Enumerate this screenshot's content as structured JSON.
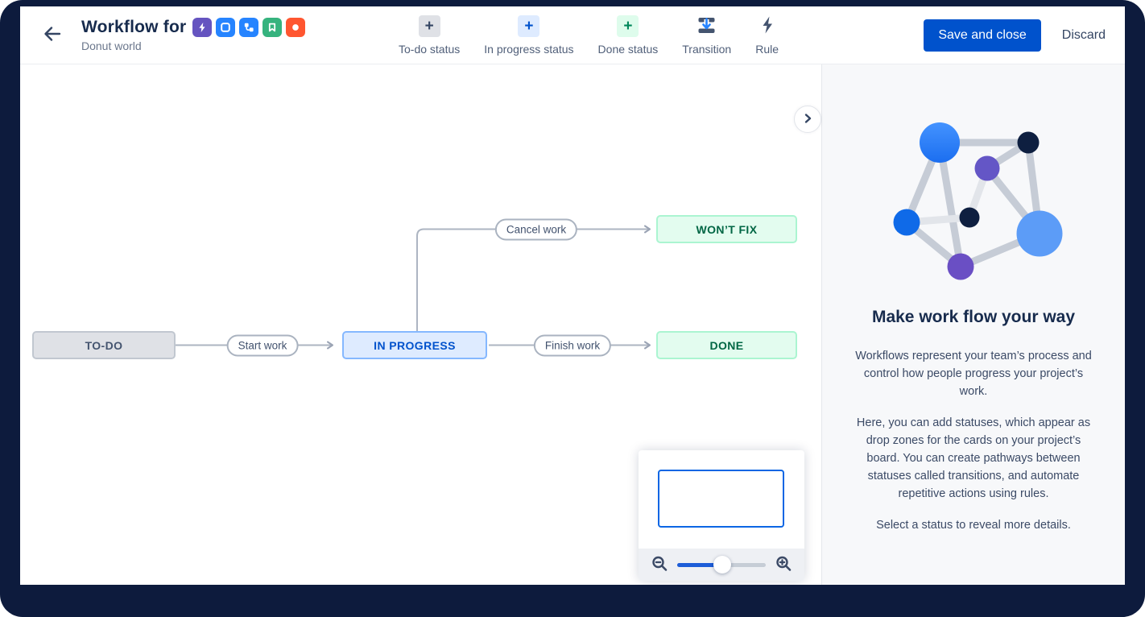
{
  "colors": {
    "frame": "#0d1b3d",
    "primary_blue": "#0052cc",
    "navy_text": "#172b4d",
    "muted_text": "#505f79",
    "todo_bg": "#dfe1e6",
    "todo_border": "#c1c7d0",
    "todo_text": "#44546f",
    "inprogress_bg": "#deebff",
    "inprogress_border": "#85b8ff",
    "inprogress_text": "#0052cc",
    "done_bg": "#e3fcef",
    "done_border": "#abf5d1",
    "done_text": "#006644",
    "edge_gray": "#a9b1bf",
    "panel_bg": "#f7f8fa"
  },
  "header": {
    "back_icon": "arrow-left-icon",
    "title": "Workflow for",
    "subtitle": "Donut world",
    "project_icons": [
      {
        "icon": "bolt-icon",
        "color": "#6554c0"
      },
      {
        "icon": "square-icon",
        "color": "#2684ff"
      },
      {
        "icon": "components-icon",
        "color": "#2684ff"
      },
      {
        "icon": "bookmark-icon",
        "color": "#36b37e"
      },
      {
        "icon": "circle-icon",
        "color": "#ff5630"
      }
    ],
    "toolbar": {
      "todo_status": {
        "label": "To-do status",
        "icon": "plus-icon",
        "tile_bg": "#dfe1e6",
        "plus_color": "#344563"
      },
      "inprogress_status": {
        "label": "In progress status",
        "icon": "plus-icon",
        "tile_bg": "#deebff",
        "plus_color": "#0052cc"
      },
      "done_status": {
        "label": "Done status",
        "icon": "plus-icon",
        "tile_bg": "#defcec",
        "plus_color": "#00875a"
      },
      "transition": {
        "label": "Transition",
        "icon": "transition-icon"
      },
      "rule": {
        "label": "Rule",
        "icon": "lightning-icon"
      }
    },
    "actions": {
      "save_label": "Save and close",
      "discard_label": "Discard"
    }
  },
  "workflow": {
    "nodes": {
      "todo": {
        "label": "TO-DO",
        "type": "to-do"
      },
      "in_progress": {
        "label": "IN PROGRESS",
        "type": "in-progress"
      },
      "done": {
        "label": "DONE",
        "type": "done"
      },
      "wont_fix": {
        "label": "WON’T FIX",
        "type": "done"
      }
    },
    "transitions": {
      "start_work": {
        "label": "Start work",
        "from": "TO-DO",
        "to": "IN PROGRESS"
      },
      "finish_work": {
        "label": "Finish work",
        "from": "IN PROGRESS",
        "to": "DONE"
      },
      "cancel_work": {
        "label": "Cancel work",
        "from": "IN PROGRESS",
        "to": "WON’T FIX"
      }
    }
  },
  "minimap": {
    "zoom_out_icon": "magnifier-minus-icon",
    "zoom_in_icon": "magnifier-plus-icon"
  },
  "sidebar": {
    "collapse_icon": "chevron-right-icon",
    "illustration": "network-graph-illustration",
    "heading": "Make work flow your way",
    "paragraphs": [
      "Workflows represent your team’s process and control how people progress your project’s work.",
      "Here, you can add statuses, which appear as drop zones for the cards on your project’s board. You can create pathways between statuses called transitions, and automate repetitive actions using rules.",
      "Select a status to reveal more details."
    ]
  }
}
